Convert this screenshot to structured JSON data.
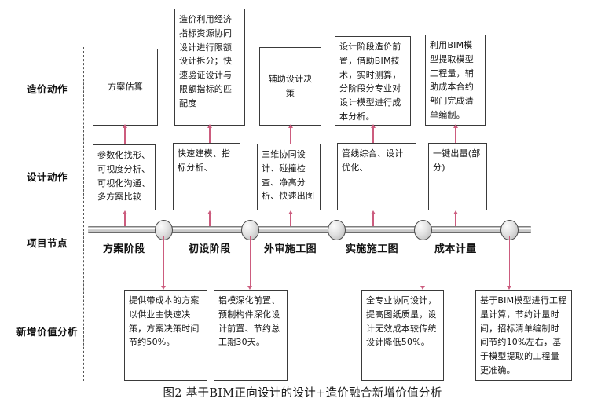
{
  "figure": {
    "caption": "图2  基于BIM正向设计的设计+造价融合新增价值分析"
  },
  "row_labels": [
    {
      "id": "cost-actions",
      "label": "造价动作"
    },
    {
      "id": "design-actions",
      "label": "设计动作"
    },
    {
      "id": "project-milestones",
      "label": "项目节点"
    },
    {
      "id": "value-added-analysis",
      "label": "新增价值分析"
    }
  ],
  "cost_actions": [
    {
      "id": "cost-1",
      "text": "方案估算"
    },
    {
      "id": "cost-2",
      "text": "造价利用经济指标资源协同设计进行限额设计拆分；快速验证设计与限额指标的匹配度"
    },
    {
      "id": "cost-3",
      "text": "辅助设计决策"
    },
    {
      "id": "cost-4",
      "text": "设计阶段造价前置，借助BIM技术，实时测算，分阶段分专业对设计模型进行成本分析。"
    },
    {
      "id": "cost-5",
      "text": "利用BIM模型提取模型工程量，辅助成本合约部门完成清单编制。"
    }
  ],
  "design_actions": [
    {
      "id": "design-1",
      "text": "参数化找形、可视度分析、可视化沟通、多方案比较"
    },
    {
      "id": "design-2",
      "text": "快速建模、指标分析、"
    },
    {
      "id": "design-3",
      "text": "三维协同设计、碰撞检查、净高分析、快速出图"
    },
    {
      "id": "design-4",
      "text": "管线综合、设计优化、"
    },
    {
      "id": "design-5",
      "text": "一键出量(部分)"
    }
  ],
  "milestones": [
    {
      "id": "stage-1",
      "label": "方案阶段"
    },
    {
      "id": "stage-2",
      "label": "初设阶段"
    },
    {
      "id": "stage-3",
      "label": "外审施工图"
    },
    {
      "id": "stage-4",
      "label": "实施施工图"
    },
    {
      "id": "stage-5",
      "label": "成本计量"
    }
  ],
  "value_added": [
    {
      "id": "value-1",
      "text": "提供带成本的方案以供业主快速决策，方案决策时间节约50%。"
    },
    {
      "id": "value-2",
      "text": "铝模深化前置、预制构件深化设计前置、节约总工期30天。"
    },
    {
      "id": "value-3",
      "text": "全专业协同设计，提高图纸质量，设计无效成本较传统设计降低50%。"
    },
    {
      "id": "value-4",
      "text": "基于BIM模型进行工程量计算，节约计量时间，招标清单编制时间节约10%左右，基于模型提取的工程量更准确。"
    }
  ],
  "colors": {
    "connector": "#cc5c7e",
    "box_border": "#3a3a3a",
    "timeline": "#7d7d7d",
    "background": "#ffffff"
  }
}
